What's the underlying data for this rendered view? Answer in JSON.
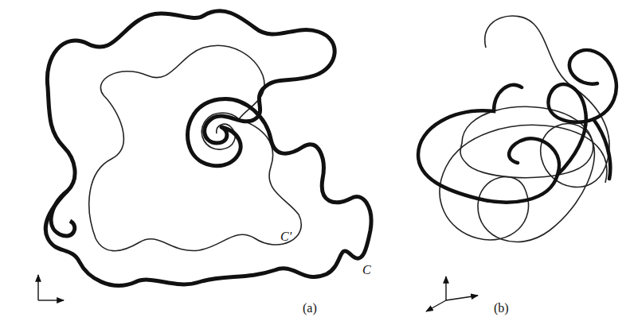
{
  "diagram": {
    "labels": [
      "C'",
      "C",
      "(a)",
      "(b)"
    ]
  }
}
